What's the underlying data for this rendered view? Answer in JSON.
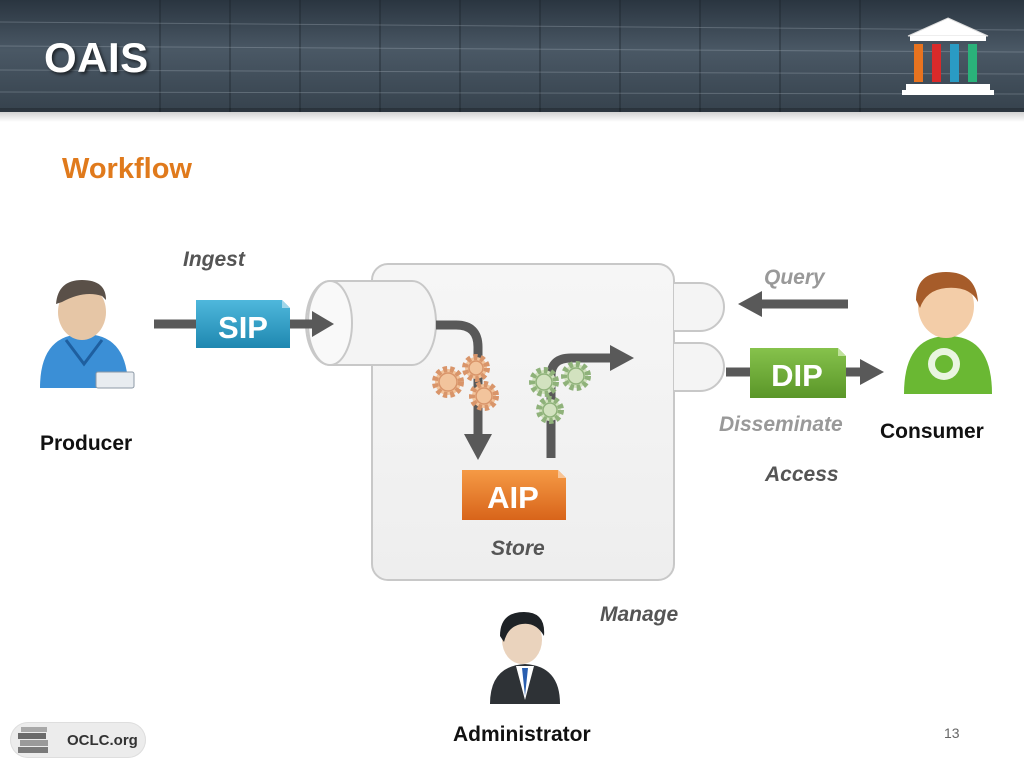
{
  "slide": {
    "title": "OAIS",
    "section_title": "Workflow",
    "page_number": "13",
    "footer": "OCLC.org"
  },
  "diagram": {
    "packages": {
      "sip": "SIP",
      "aip": "AIP",
      "dip": "DIP"
    },
    "processes": {
      "ingest": "Ingest",
      "query": "Query",
      "disseminate": "Disseminate",
      "access": "Access",
      "store": "Store",
      "manage": "Manage"
    },
    "actors": {
      "producer": "Producer",
      "consumer": "Consumer",
      "administrator": "Administrator"
    }
  },
  "colors": {
    "title_accent": "#e07a1c",
    "sip": "#2a9bc4",
    "aip": "#e8731f",
    "dip": "#6aa832",
    "arrow": "#595959"
  }
}
